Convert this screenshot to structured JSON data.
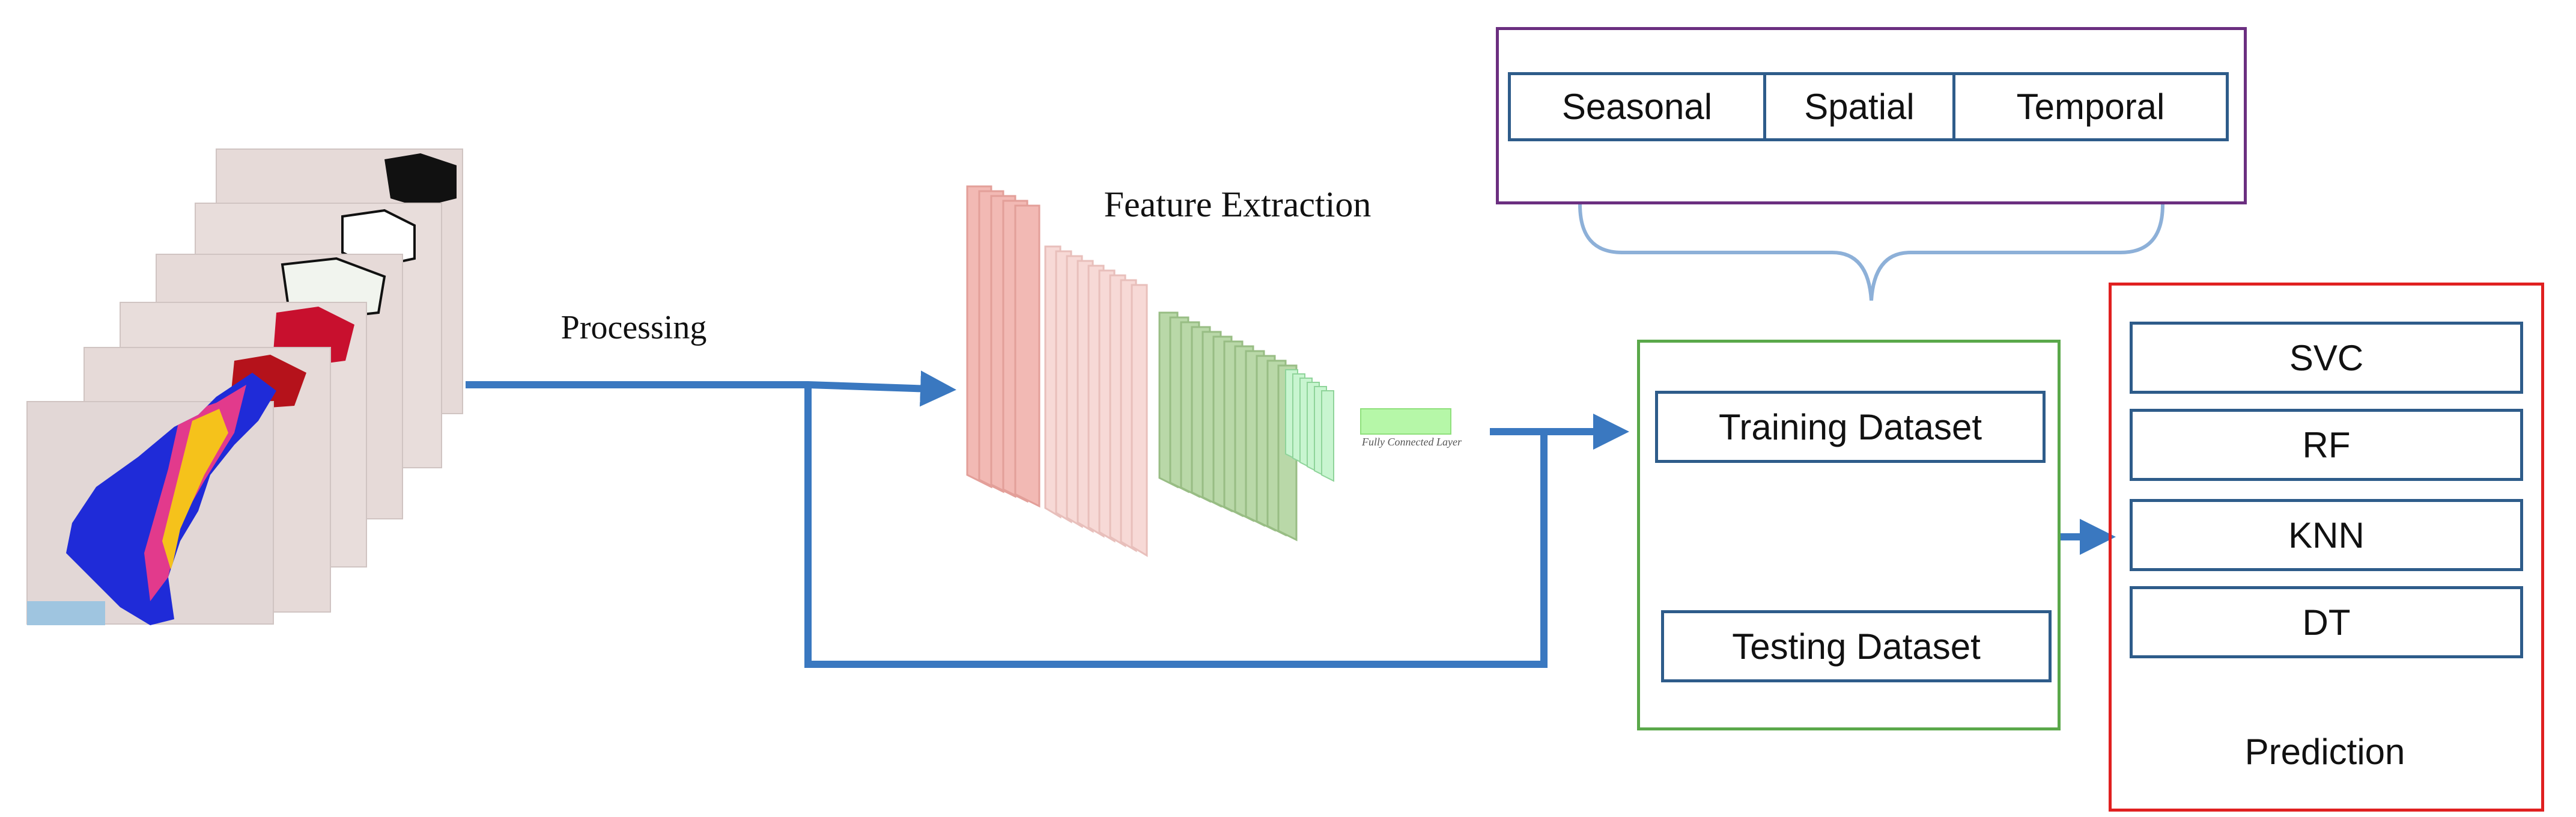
{
  "labels": {
    "processing": "Processing",
    "feature_extraction": "Feature Extraction",
    "fully_connected": "Fully Connected Layer",
    "training": "Training Dataset",
    "testing": "Testing Dataset",
    "prediction": "Prediction"
  },
  "features": [
    "Seasonal",
    "Spatial",
    "Temporal"
  ],
  "models": [
    "SVC",
    "RF",
    "KNN",
    "DT"
  ],
  "colors": {
    "arrow": "#3a78c0",
    "feature_group_border": "#6b2f80",
    "dataset_border": "#5aa84a",
    "prediction_border": "#e02020",
    "item_border": "#2e5c8a",
    "brace": "#8db0d8",
    "conv_block_1": "#f2b9b4",
    "conv_block_2": "#f7d9d6",
    "conv_block_3": "#b9d8a8",
    "conv_block_4": "#c8f5d0",
    "fc_layer": "#b6f7a8"
  },
  "icons": {
    "map_stack": "satellite-map-stack-icon"
  }
}
